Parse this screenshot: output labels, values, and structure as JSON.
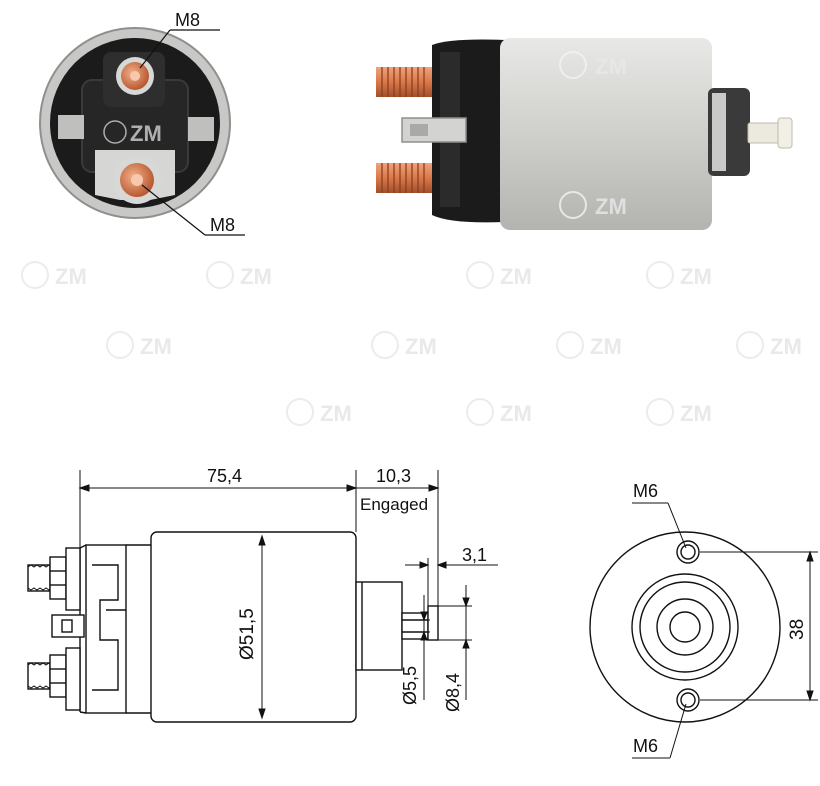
{
  "photo_front": {
    "callout_top": "M8",
    "callout_bottom": "M8"
  },
  "drawing_side": {
    "body_length": "75,4",
    "stroke": "10,3",
    "stroke_note": "Engaged",
    "plunger_gap": "3,1",
    "body_diameter": "Ø51,5",
    "plunger_inner_diameter": "Ø5,5",
    "plunger_outer_diameter": "Ø8,4"
  },
  "drawing_front": {
    "thread_top": "M6",
    "thread_bottom": "M6",
    "hole_spacing": "38"
  },
  "watermark": "ZM",
  "colors": {
    "copper": "#d9784a",
    "silver": "#cfcfcc",
    "black_cap": "#1b1b1b"
  }
}
